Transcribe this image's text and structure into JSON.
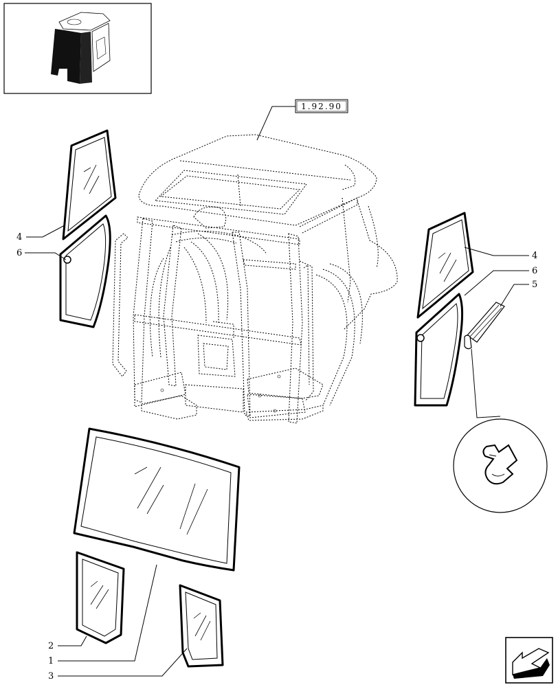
{
  "reference_box": {
    "text": "1.92.90"
  },
  "callouts": {
    "left_upper": "4",
    "left_lower": "6",
    "right_upper": "4",
    "right_middle": "6",
    "right_lower": "5",
    "bottom_2": "2",
    "bottom_1": "1",
    "bottom_3": "3"
  },
  "icons": {
    "thumbnail": "cab-overview-thumbnail",
    "detail": "seal-profile-detail-circle",
    "navigation": "arrow-navigation-icon"
  }
}
